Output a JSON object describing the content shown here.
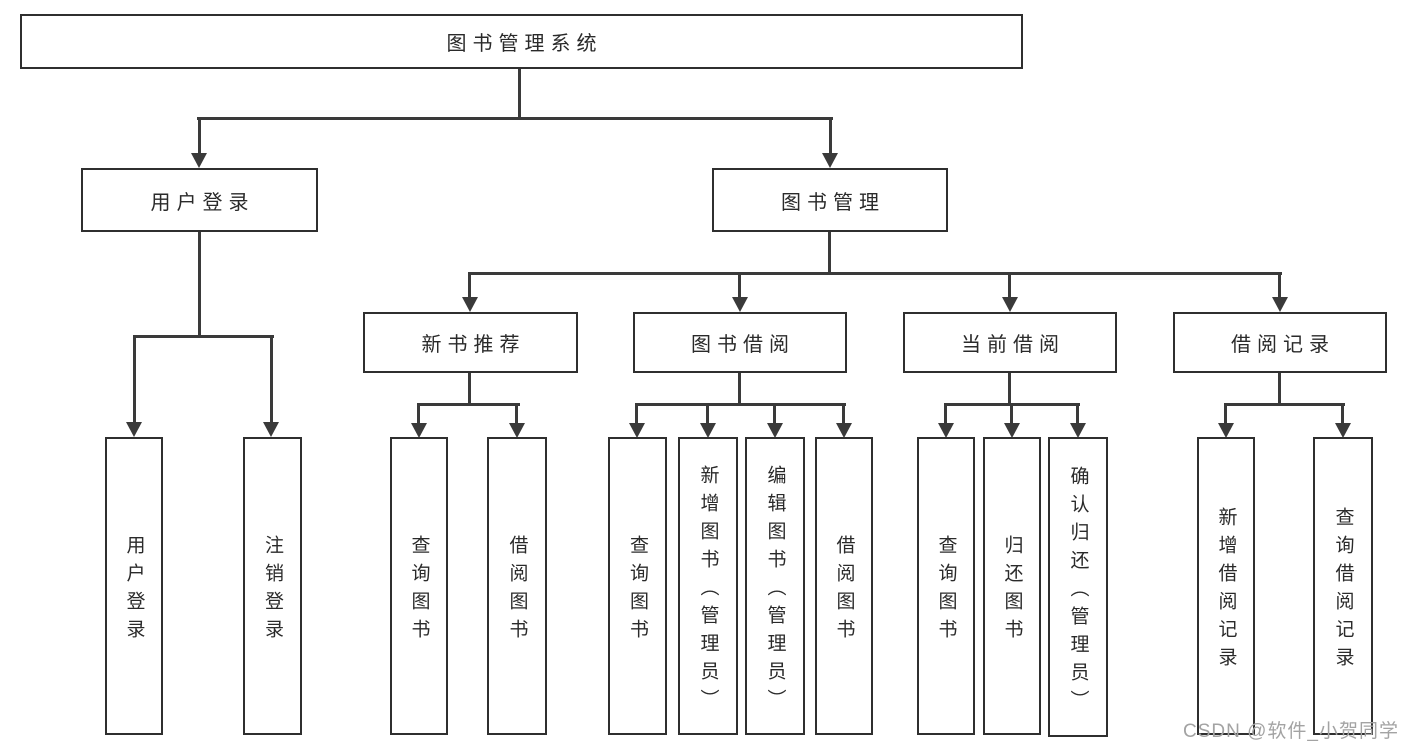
{
  "tree": {
    "root": "图书管理系统",
    "branches": [
      {
        "label": "用户登录",
        "children": [
          "用户登录",
          "注销登录"
        ]
      },
      {
        "label": "图书管理",
        "children": [
          {
            "label": "新书推荐",
            "children": [
              "查询图书",
              "借阅图书"
            ]
          },
          {
            "label": "图书借阅",
            "children": [
              "查询图书",
              "新增图书（管理员）",
              "编辑图书（管理员）",
              "借阅图书"
            ]
          },
          {
            "label": "当前借阅",
            "children": [
              "查询图书",
              "归还图书",
              "确认归还（管理员）"
            ]
          },
          {
            "label": "借阅记录",
            "children": [
              "新增借阅记录",
              "查询借阅记录"
            ]
          }
        ]
      }
    ]
  },
  "watermark": {
    "text": "CSDN @软件_小贺同学"
  },
  "colors": {
    "line": "#3a3a3a",
    "text": "#2a2a2a",
    "watermark": "#a3a3a3",
    "background": "#ffffff"
  }
}
